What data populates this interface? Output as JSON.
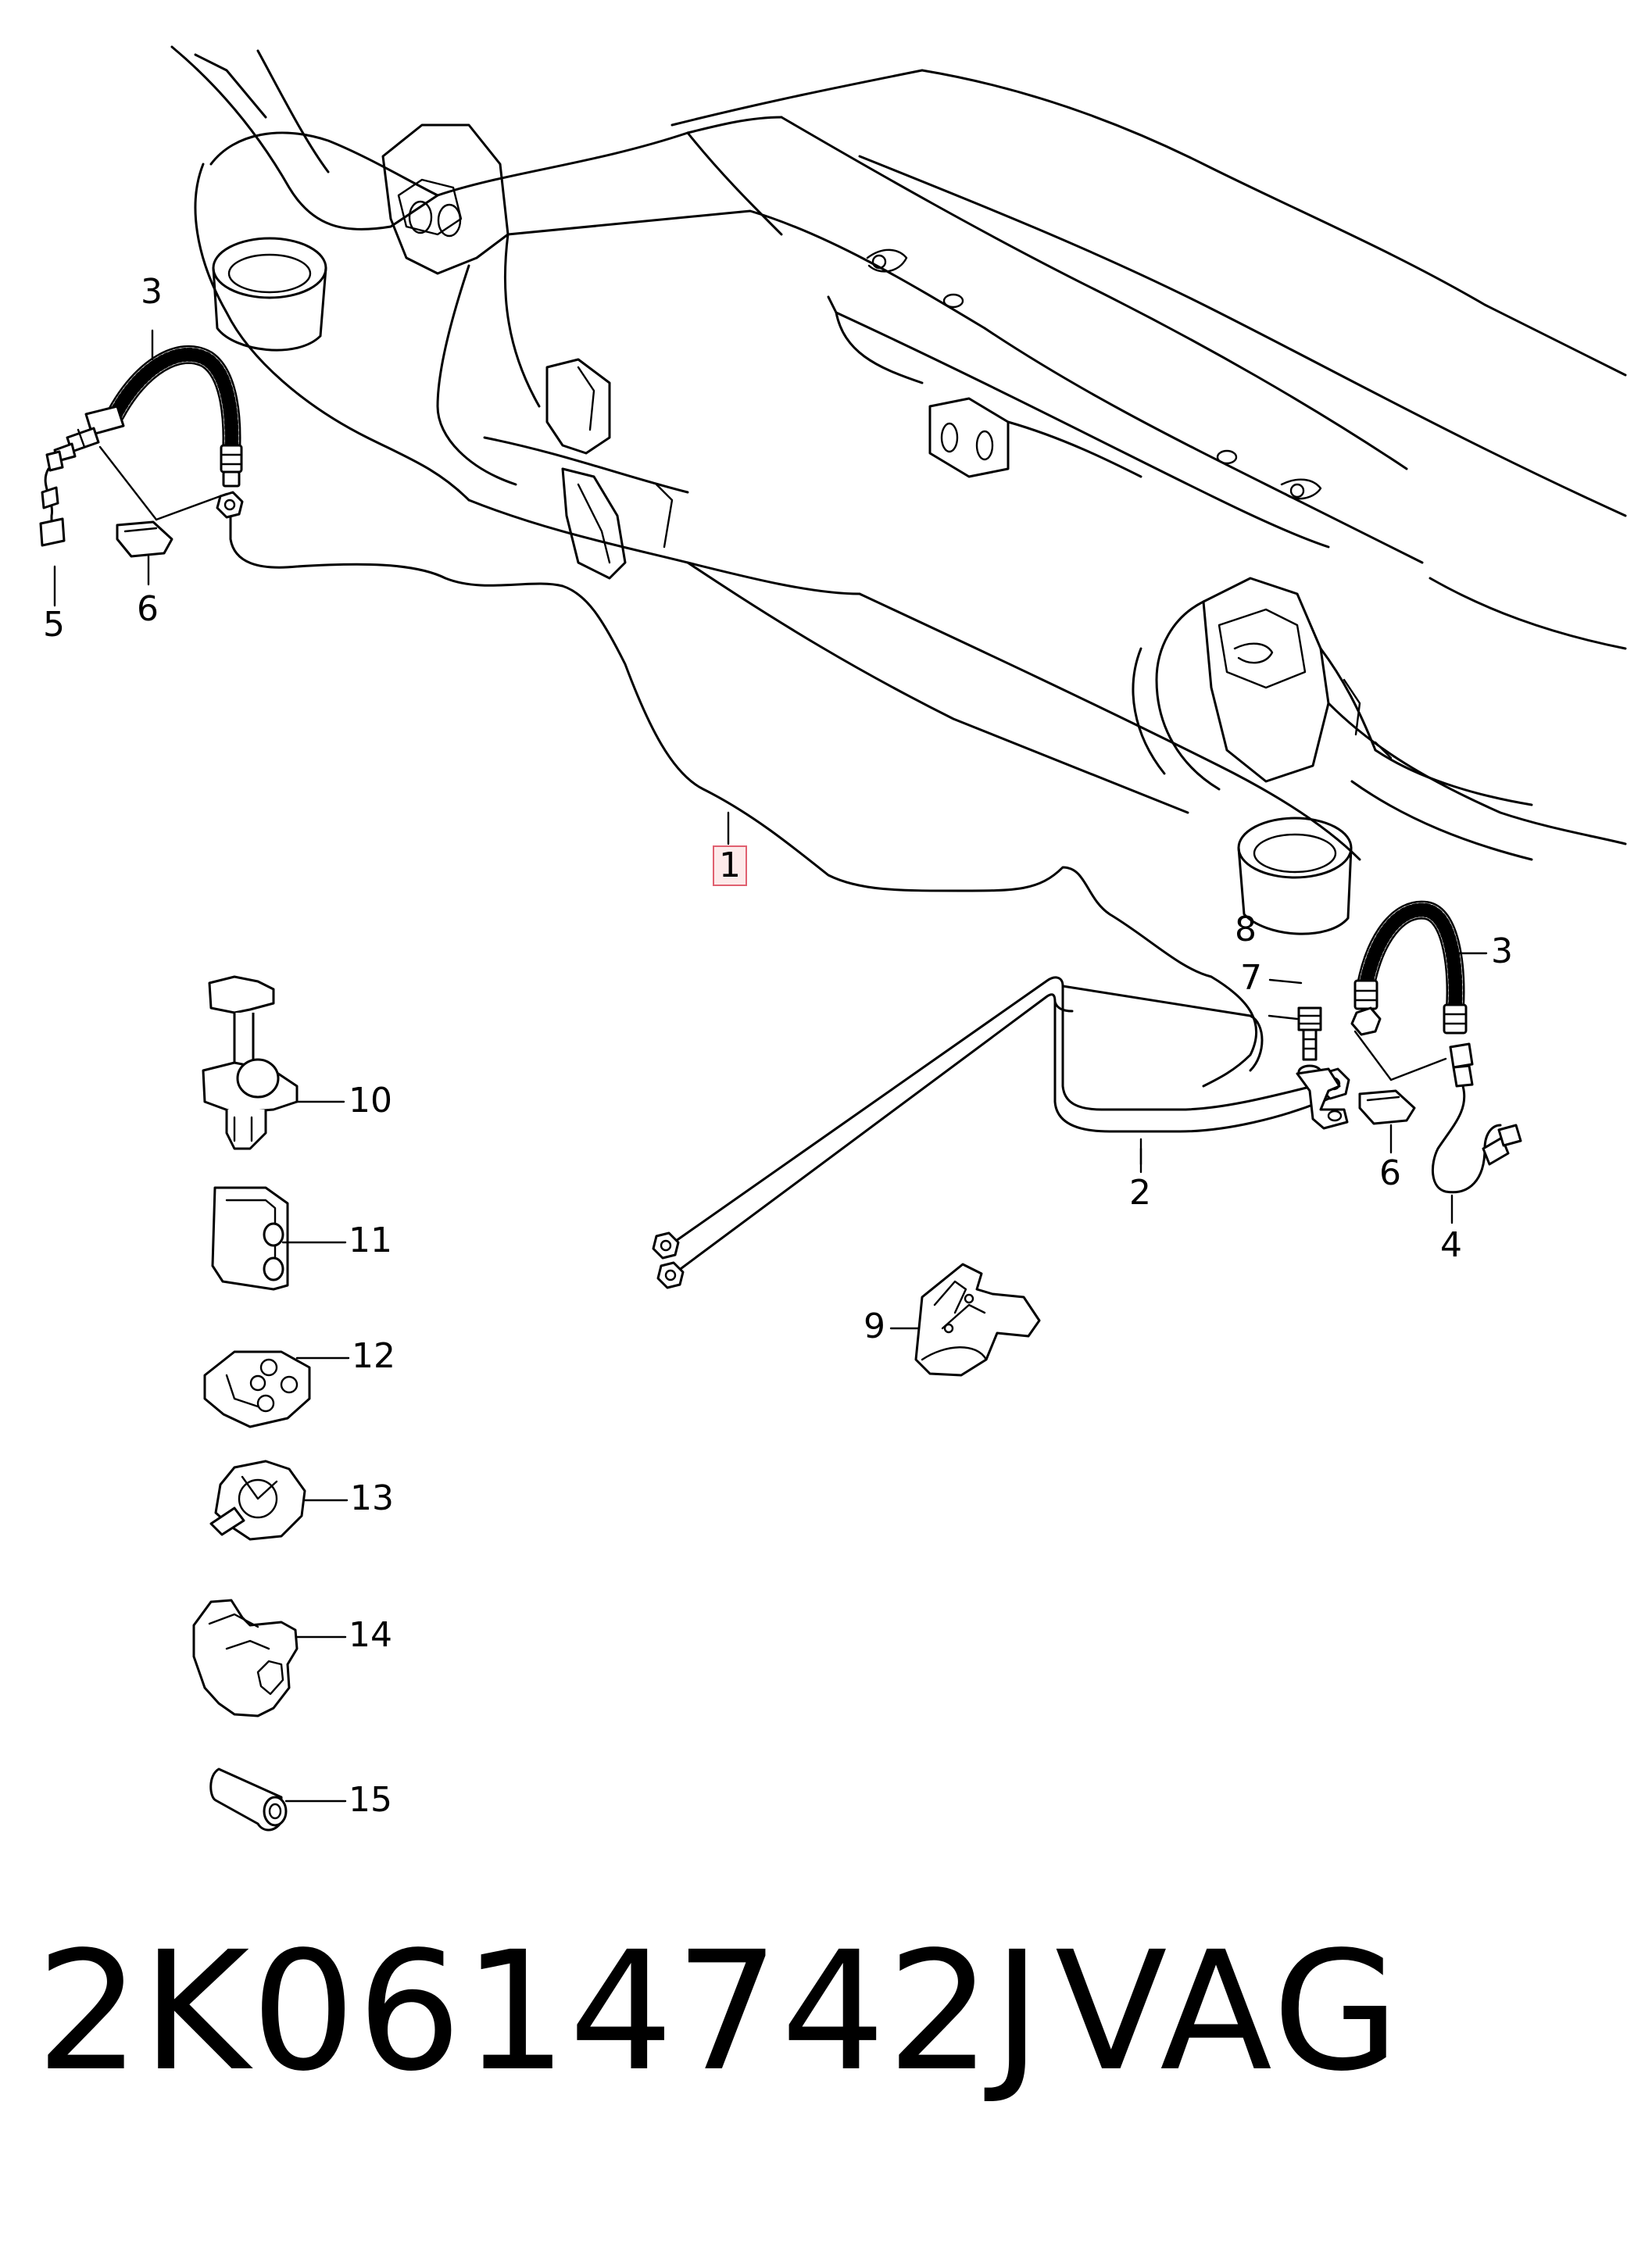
{
  "diagram": {
    "callouts": [
      {
        "id": "c1",
        "label": "1",
        "highlighted": true
      },
      {
        "id": "c2",
        "label": "2"
      },
      {
        "id": "c3a",
        "label": "3"
      },
      {
        "id": "c3b",
        "label": "3"
      },
      {
        "id": "c4",
        "label": "4"
      },
      {
        "id": "c5",
        "label": "5"
      },
      {
        "id": "c6a",
        "label": "6"
      },
      {
        "id": "c6b",
        "label": "6"
      },
      {
        "id": "c7",
        "label": "7"
      },
      {
        "id": "c8",
        "label": "8"
      },
      {
        "id": "c9",
        "label": "9"
      },
      {
        "id": "c10",
        "label": "10"
      },
      {
        "id": "c11",
        "label": "11"
      },
      {
        "id": "c12",
        "label": "12"
      },
      {
        "id": "c13",
        "label": "13"
      },
      {
        "id": "c14",
        "label": "14"
      },
      {
        "id": "c15",
        "label": "15"
      }
    ],
    "highlight_color": "#e06070"
  },
  "footer": {
    "part_number": "2K0614742J",
    "brand": "VAG"
  }
}
